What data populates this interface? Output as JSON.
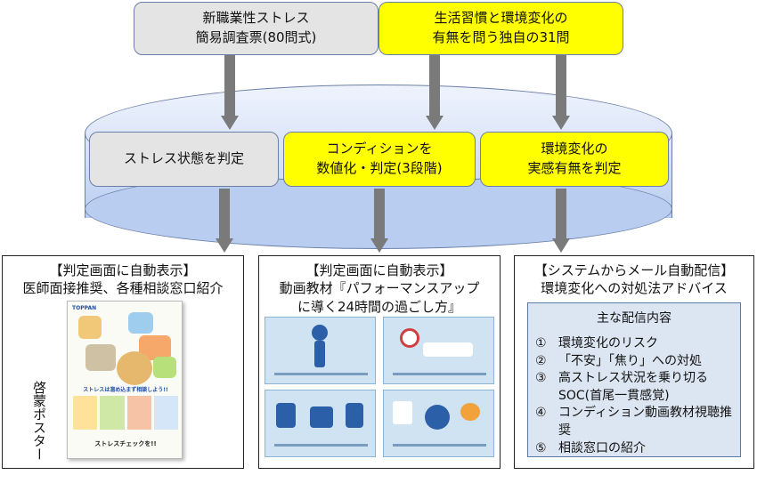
{
  "top": {
    "left": {
      "line1": "新職業性ストレス",
      "line2": "簡易調査票(80問式)"
    },
    "right": {
      "line1": "生活習慣と環境変化の",
      "line2": "有無を問う独自の31問"
    }
  },
  "middle": {
    "left": "ストレス状態を判定",
    "center": {
      "line1": "コンディションを",
      "line2": "数値化・判定(3段階)"
    },
    "right": {
      "line1": "環境変化の",
      "line2": "実感有無を判定"
    }
  },
  "bottom": {
    "left": {
      "title1": "【判定画面に自動表示】",
      "title2": "医師面接推奨、各種相談窓口紹介",
      "poster_label": "啓蒙ポスター",
      "poster_brand": "TOPPAN",
      "poster_headline": "ストレスは溜め込まず相談しよう!!",
      "poster_footer": "ストレスチェックを!!"
    },
    "center": {
      "title1": "【判定画面に自動表示】",
      "title2": "動画教材『パフォーマンスアップ",
      "title3": "に導く24時間の過ごし方』"
    },
    "right": {
      "title1": "【システムからメール自動配信】",
      "title2": "環境変化への対処法アドバイス",
      "advice_heading": "主な配信内容",
      "items": [
        {
          "num": "①",
          "text": "環境変化のリスク"
        },
        {
          "num": "②",
          "text": "「不安」「焦り」への対処"
        },
        {
          "num": "③",
          "text": "高ストレス状況を乗り切る SOC(首尾一貫感覚)"
        },
        {
          "num": "④",
          "text": "コンディション動画教材視聴推奨"
        },
        {
          "num": "⑤",
          "text": "相談窓口の紹介"
        }
      ]
    }
  },
  "colors": {
    "yellow": "#ffff00",
    "gray": "#e4e4e4",
    "cylinder": "#c9d8f3",
    "arrow": "#7a7a7a"
  }
}
